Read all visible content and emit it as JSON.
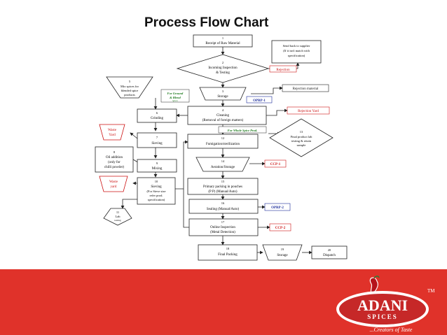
{
  "title": "Process Flow Chart",
  "steps": {
    "s1": [
      "1",
      "Receipt of Raw Material"
    ],
    "s2": [
      "2",
      "Incoming Inspection",
      "& Testing"
    ],
    "s3": [
      "3",
      "Storage"
    ],
    "s4": [
      "4",
      "Cleaning",
      "(Removal of foreign matters)"
    ],
    "s5": [
      "5",
      "Mix spices for",
      "blended spice",
      "products"
    ],
    "s6": [
      "6",
      "Grinding"
    ],
    "s7": [
      "7",
      "Sieving"
    ],
    "s8": [
      "8",
      "Oil addition",
      "(only for",
      "chilli powder)"
    ],
    "s9": [
      "9",
      "Mixing"
    ],
    "s10": [
      "10",
      "Sieving",
      "(For Sieve size",
      "refer prod.",
      "specification)"
    ],
    "s11": [
      "11",
      "Lab",
      "testing"
    ],
    "s12": [
      "12",
      "Fumigation/sterilization"
    ],
    "s13": [
      "13",
      "Final product lab",
      "testing & retain",
      "sample"
    ],
    "s14": [
      "14",
      "Aeration/Storage"
    ],
    "s15": [
      "15",
      "Primary packing in pouches",
      "(P P) (Manual/Auto)"
    ],
    "s16": [
      "16",
      "Sealing (Manual/Auto)"
    ],
    "s17": [
      "17",
      "Online Inspection",
      "(Metal Detection)"
    ],
    "s18": [
      "18",
      "Final Packing"
    ],
    "s19": [
      "19",
      "Storage"
    ],
    "s20": [
      "20",
      "Dispatch"
    ],
    "send_back": [
      "Send back to supplier",
      "(If it isn't match with",
      "specification)"
    ]
  },
  "tags": {
    "rejection": "Rejection",
    "rejection_material": "Rejection material",
    "rejection_yard": "Rejection Yard",
    "oprp1": "OPRP-1",
    "oprp2": "OPRP-2",
    "ccp1": "CCP-1",
    "ccp2": "CCP-2",
    "waste_yard_1": [
      "Waste",
      "Yard"
    ],
    "waste_yard_2": [
      "Waste",
      "yard"
    ],
    "for_ground": [
      "For Ground",
      "& Blend"
    ],
    "for_ground_small": "Spices",
    "for_whole": "For Whole Spice Prod."
  },
  "logo": {
    "tm": "TM",
    "name": "ADANI",
    "sub": "SPICES",
    "tagline": "...Creators of Taste"
  },
  "colors": {
    "footer": "#e0322a",
    "red_text": "#cc1111",
    "blue_text": "#1a2b9a",
    "green_text": "#1d7a1d"
  }
}
